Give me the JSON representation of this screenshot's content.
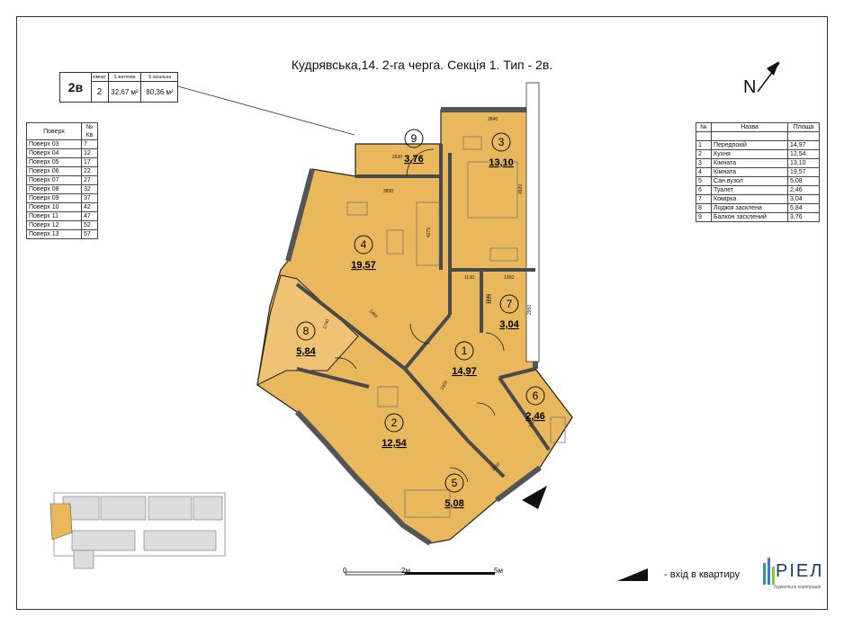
{
  "title": "Кудрявська,14. 2-га черга. Секція 1. Тип - 2в.",
  "apartment": {
    "code": "2в",
    "rooms_label": "кімнат",
    "rooms": "2",
    "living_label": "S житлова",
    "living": "32,67 м²",
    "total_label": "S загальна",
    "total": "80,36 м²"
  },
  "floors": {
    "headers": [
      "Поверх",
      "№ Кв"
    ],
    "rows": [
      [
        "Поверх 03",
        "7"
      ],
      [
        "Поверх 04",
        "12"
      ],
      [
        "Поверх 05",
        "17"
      ],
      [
        "Поверх 06",
        "22"
      ],
      [
        "Поверх 07",
        "27"
      ],
      [
        "Поверх 08",
        "32"
      ],
      [
        "Поверх 09",
        "37"
      ],
      [
        "Поверх 10",
        "42"
      ],
      [
        "Поверх 11",
        "47"
      ],
      [
        "Поверх 12",
        "52"
      ],
      [
        "Поверх 13",
        "57"
      ]
    ]
  },
  "rooms_table": {
    "headers": [
      "№",
      "Назва",
      "Площа"
    ],
    "rows": [
      [
        "1",
        "Передпокій",
        "14,97"
      ],
      [
        "2",
        "Кухня",
        "12,54"
      ],
      [
        "3",
        "Кімната",
        "13,10"
      ],
      [
        "4",
        "Кімната",
        "19,57"
      ],
      [
        "5",
        "Сан.вузол",
        "5,08"
      ],
      [
        "6",
        "Туалет",
        "2,46"
      ],
      [
        "7",
        "Комірка",
        "3,04"
      ],
      [
        "8",
        "Лоджія засклена",
        "5,84"
      ],
      [
        "9",
        "Балкон засклений",
        "3,76"
      ]
    ]
  },
  "plan_rooms": [
    {
      "num": "1",
      "area": "14,97"
    },
    {
      "num": "2",
      "area": "12,54"
    },
    {
      "num": "3",
      "area": "13,10"
    },
    {
      "num": "4",
      "area": "19,57"
    },
    {
      "num": "5",
      "area": "5,08"
    },
    {
      "num": "6",
      "area": "2,46"
    },
    {
      "num": "7",
      "area": "3,04"
    },
    {
      "num": "8",
      "area": "5,84"
    },
    {
      "num": "9",
      "area": "3,76"
    }
  ],
  "dims": [
    "2840",
    "4920",
    "3830",
    "4275",
    "1130",
    "1350",
    "1625",
    "2950",
    "2630",
    "2465",
    "1640",
    "3300",
    "1720",
    "2740",
    "1860"
  ],
  "north_label": "N",
  "scale": {
    "zero": "0",
    "mid": "2м",
    "end": "5м"
  },
  "legend": {
    "text": "- вхід в квартиру"
  },
  "logo": {
    "name": "РІЕЛ",
    "tagline": "будівельна корпорація"
  },
  "colors": {
    "floor": "#e9b85c",
    "wall": "#5a5a5a",
    "line": "#222222"
  }
}
